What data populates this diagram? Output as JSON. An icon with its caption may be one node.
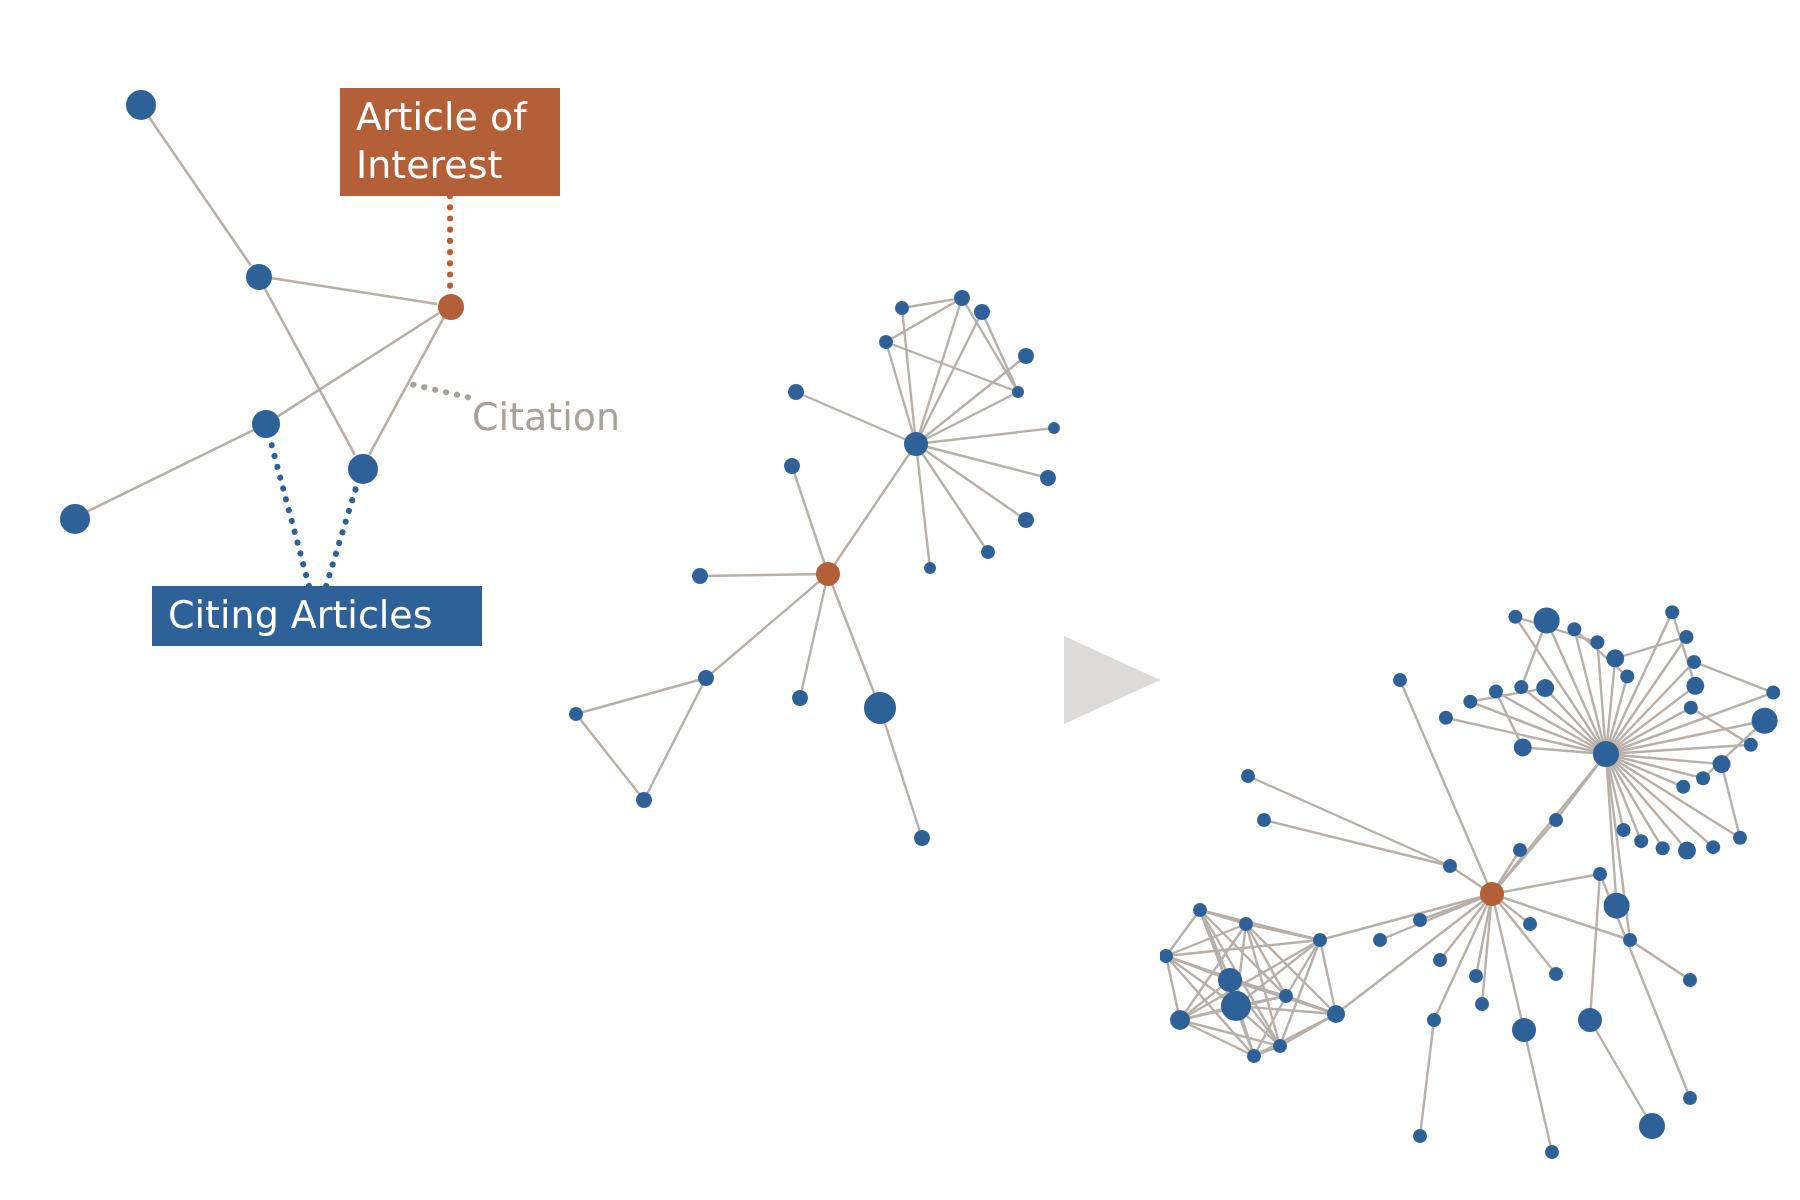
{
  "diagram": {
    "nodes": [
      {
        "text": [],
        "shape": "circle"
      },
      {
        "text": [
          "Article of Interest"
        ]
      },
      {
        "text": [],
        "shape": "circle"
      },
      {
        "text": [],
        "shape": "circle"
      },
      {
        "text": [
          "Citation"
        ]
      },
      {
        "text": [],
        "shape": "circle"
      },
      {
        "text": [],
        "shape": "circle"
      },
      {
        "text": [],
        "shape": "circle"
      },
      {
        "text": [
          "Citing Articles"
        ]
      },
      {
        "text": [],
        "shape": "picture"
      },
      {
        "text": [],
        "shape": "picture"
      }
    ],
    "edges": [
      {
        "from": 0,
        "to": 2,
        "arrow": "none"
      },
      {
        "from": 1,
        "to": 3,
        "arrow": "none",
        "style": "dashed",
        "color": "#b35f38"
      },
      {
        "from": 2,
        "to": 3,
        "arrow": "none"
      },
      {
        "from": 2,
        "to": 6,
        "arrow": "none"
      },
      {
        "from": 3,
        "to": 5,
        "arrow": "none"
      },
      {
        "from": 3,
        "to": 6,
        "arrow": "none"
      },
      {
        "from": 4,
        "to": null,
        "arrow": "none",
        "style": "dashed",
        "color": "#a8a29b"
      },
      {
        "from": 5,
        "to": 7,
        "arrow": "none"
      },
      {
        "from": 8,
        "to": 5,
        "arrow": "none",
        "style": "dashed",
        "color": "#2e6197"
      },
      {
        "from": 8,
        "to": 6,
        "arrow": "none",
        "style": "dashed",
        "color": "#2e6197"
      },
      {
        "from": 9,
        "to": 10,
        "arrow": "to",
        "color": "#dcdbda"
      }
    ]
  }
}
